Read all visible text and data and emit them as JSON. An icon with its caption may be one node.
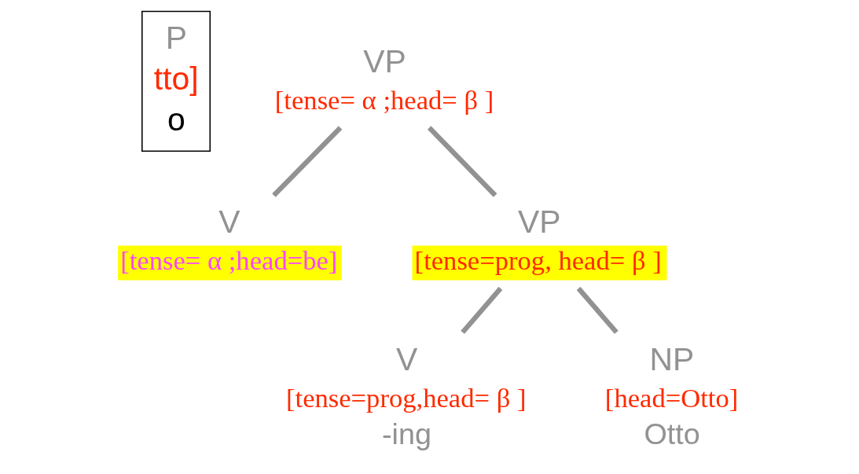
{
  "diagram": {
    "nodes": [
      {
        "text": [
          "P",
          "tto]",
          "o"
        ]
      },
      {
        "text": [
          "VP",
          "[tense= α ;head= β ]"
        ]
      },
      {
        "text": [
          "V",
          "[tense= α ;head=be]"
        ]
      },
      {
        "text": [
          "VP",
          "[tense=prog, head= β ]"
        ]
      },
      {
        "text": [
          "V",
          "[tense=prog,head= β ]"
        ],
        "beside": [
          "-ing"
        ]
      },
      {
        "text": [
          "NP",
          "[head=Otto]"
        ],
        "beside": [
          "Otto"
        ]
      }
    ],
    "edges": [
      {
        "from": 1,
        "to": 2,
        "arrow": "none"
      },
      {
        "from": 1,
        "to": 3,
        "arrow": "none"
      },
      {
        "from": 3,
        "to": 4,
        "arrow": "none"
      },
      {
        "from": 3,
        "to": 5,
        "arrow": "none"
      }
    ]
  }
}
